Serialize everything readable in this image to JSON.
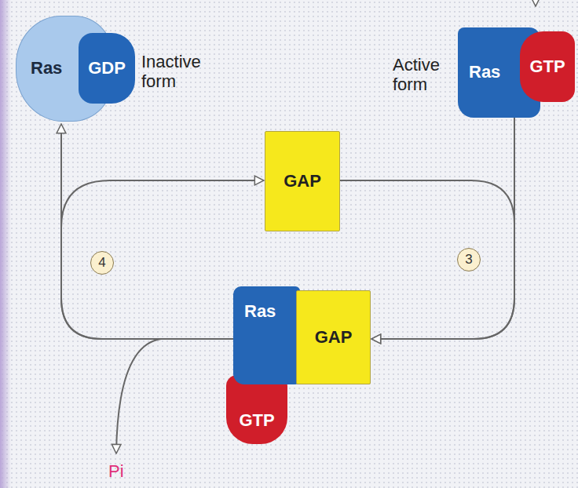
{
  "diagram": {
    "nodes": [
      {
        "text": [
          "Ras"
        ]
      },
      {
        "text": [
          "GDP"
        ]
      },
      {
        "text": [
          "GAP"
        ]
      },
      {
        "text": [
          "Ras"
        ]
      },
      {
        "text": [
          "GTP"
        ]
      },
      {
        "text": [
          "Ras"
        ]
      },
      {
        "text": [
          "GAP"
        ]
      },
      {
        "text": [
          "GTP"
        ]
      }
    ],
    "edges": [
      {
        "from": 3,
        "to": 6,
        "arrow": "to"
      },
      {
        "from": 2,
        "to": 6,
        "arrow": "to"
      },
      {
        "from": 5,
        "to": 0,
        "arrow": "to"
      },
      {
        "from": 5,
        "to": 2,
        "arrow": "to"
      }
    ],
    "labels": [
      "Inactive form",
      "Active form",
      "4",
      "3",
      "Pi"
    ]
  }
}
